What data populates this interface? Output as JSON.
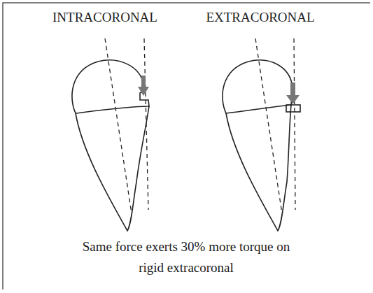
{
  "diagram": {
    "caption": "Same force exerts 30% more torque on rigid extracoronal",
    "labels": [
      "INTRACORONAL",
      "EXTRACORONAL"
    ]
  }
}
